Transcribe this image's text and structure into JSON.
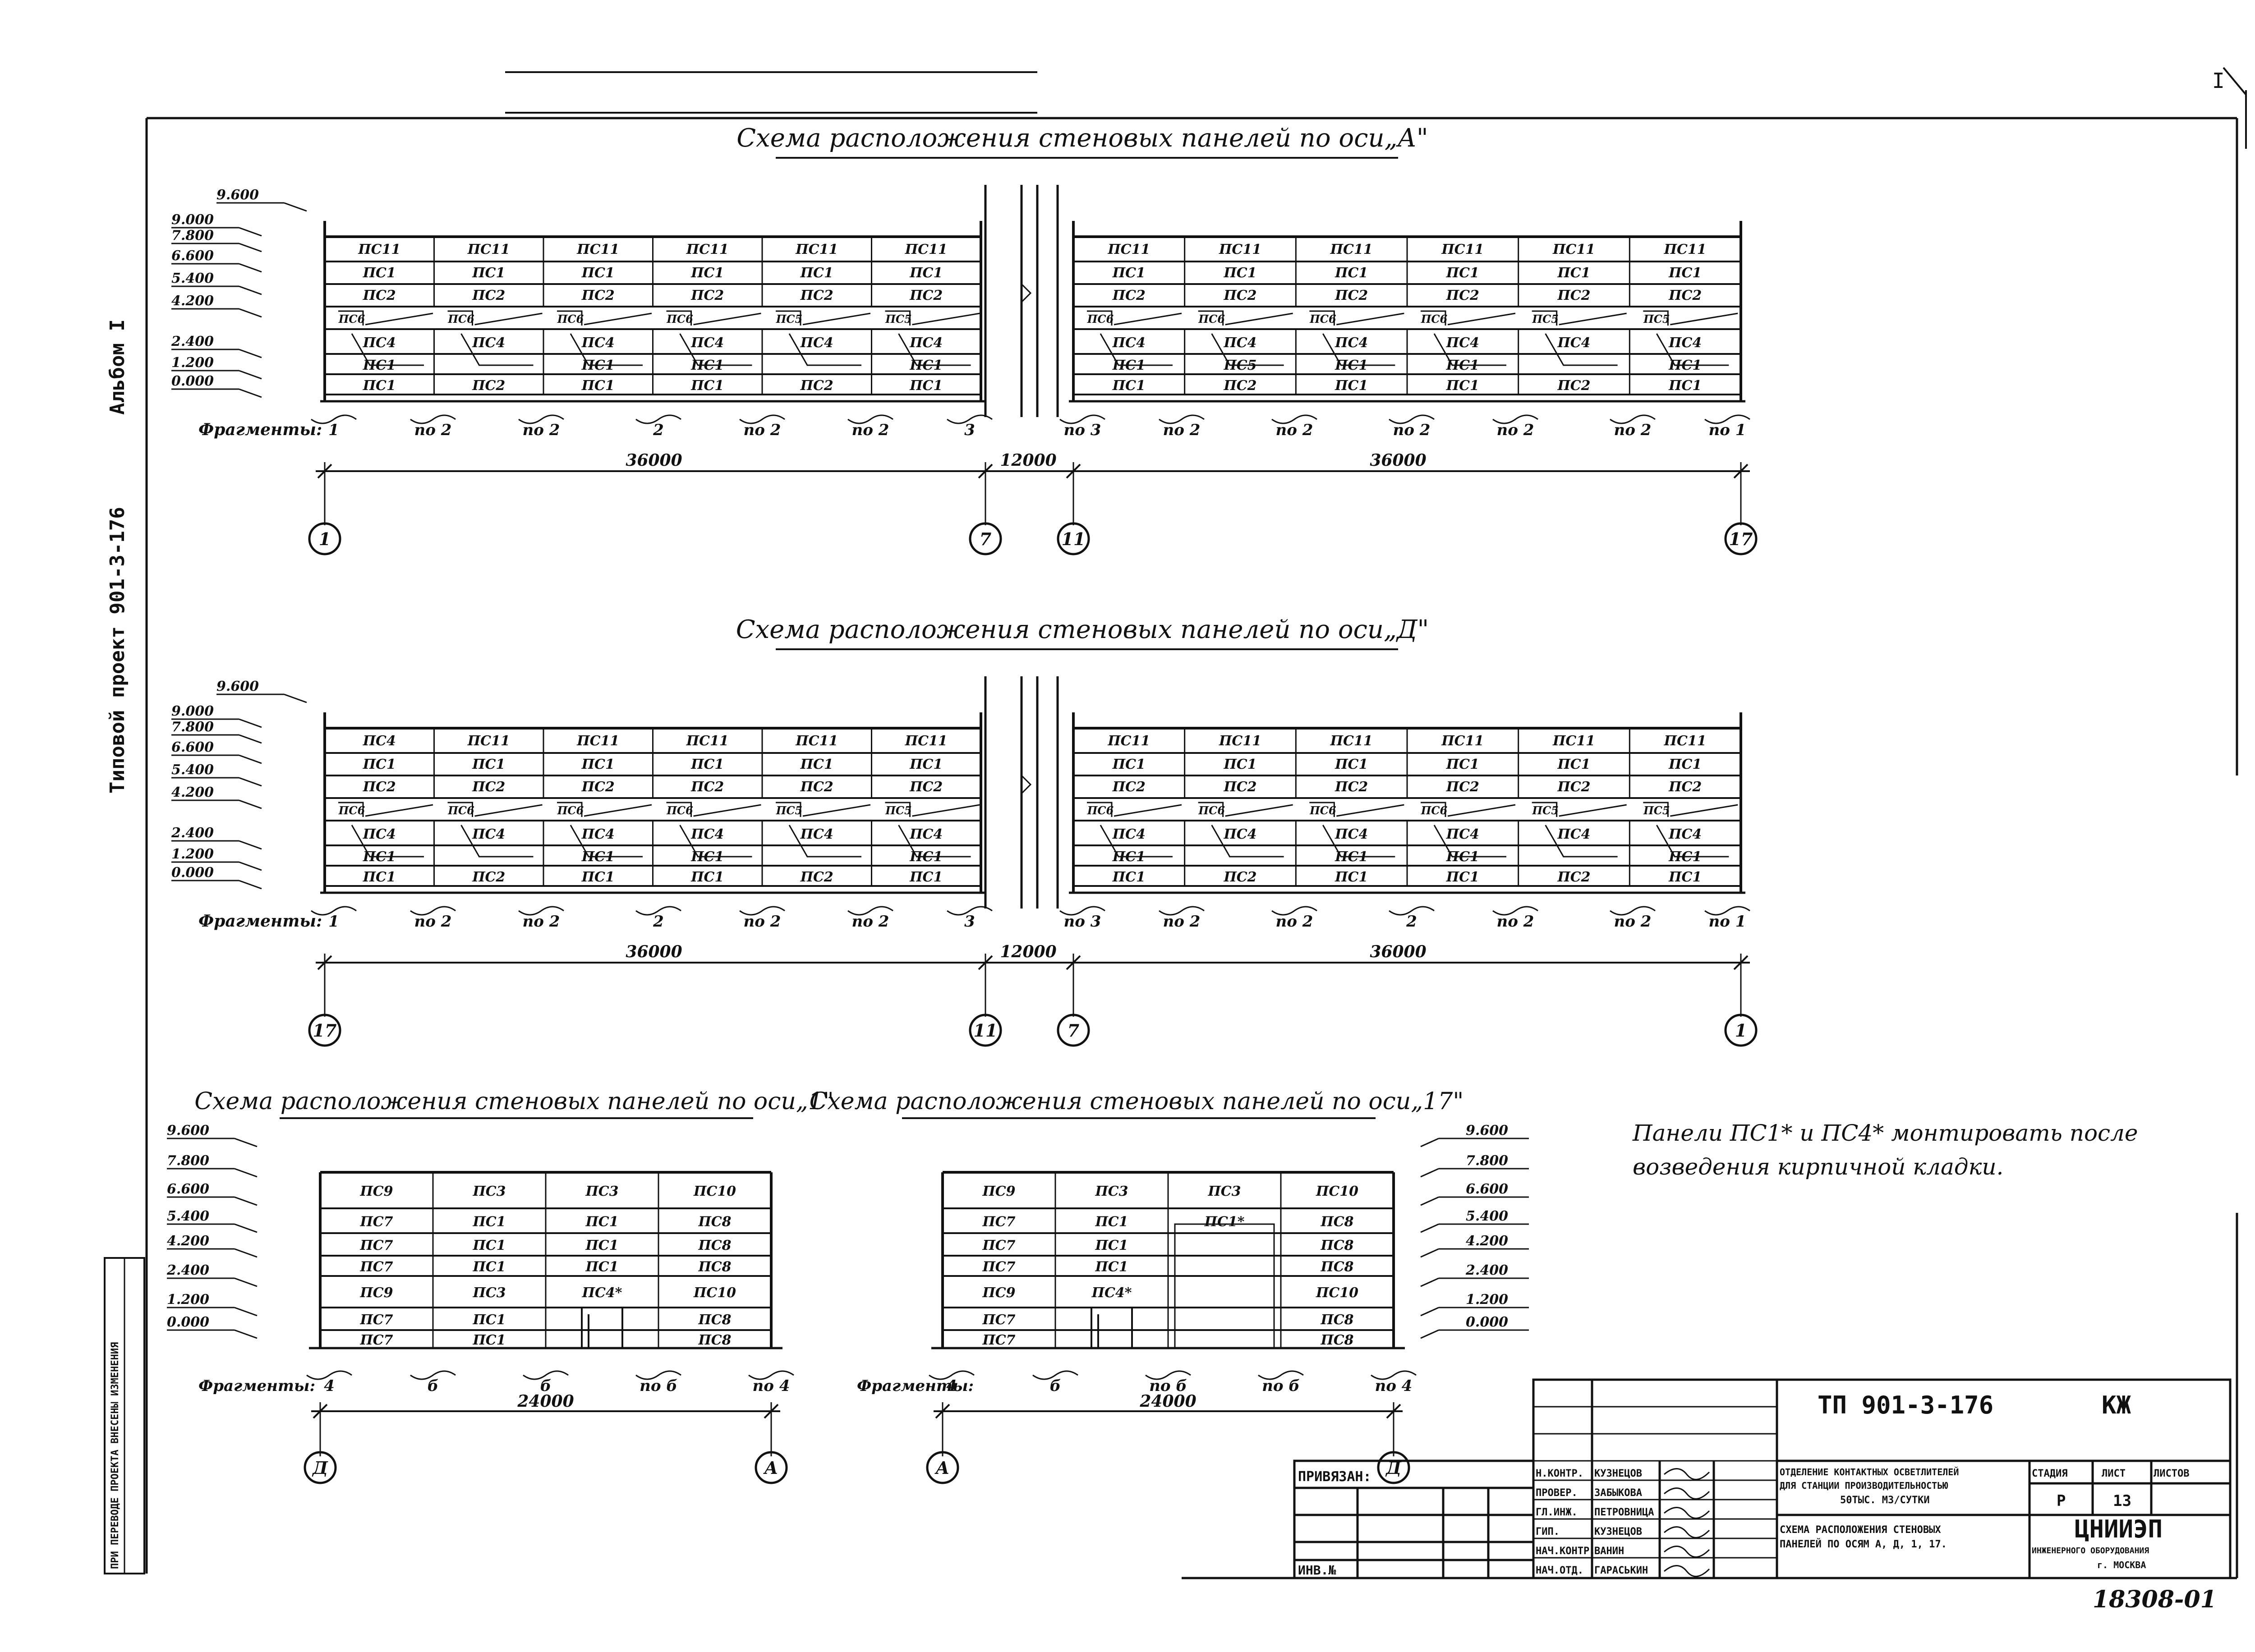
{
  "side": {
    "album": "Альбом I",
    "project": "Типовой проект 901-3-176",
    "stamp": "ПРИ ПЕРЕВОДЕ ПРОЕКТА ВНЕСЕНЫ ИЗМЕНЕНИЯ"
  },
  "corner_mark": "I",
  "schemes": [
    {
      "title": "Схема расположения стеновых панелей по оси„А\"",
      "levels": [
        "9.600",
        "9.000",
        "7.800",
        "6.600",
        "5.400",
        "4.200",
        "2.400",
        "1.200",
        "0.000"
      ],
      "left": {
        "rows": [
          [
            "ПС11",
            "ПС11",
            "ПС11",
            "ПС11",
            "ПС11",
            "ПС11"
          ],
          [
            "ПС1",
            "ПС1",
            "ПС1",
            "ПС1",
            "ПС1",
            "ПС1"
          ],
          [
            "ПС2",
            "ПС2",
            "ПС2",
            "ПС2",
            "ПС2",
            "ПС2"
          ],
          [
            "ПС4",
            "ПС4",
            "ПС4",
            "ПС4",
            "ПС4",
            "ПС4"
          ],
          [
            "ПС1",
            "",
            "ПС1",
            "ПС1",
            "",
            "ПС1"
          ],
          [
            "ПС1",
            "ПС2",
            "ПС1",
            "ПС1",
            "ПС2",
            "ПС1"
          ]
        ],
        "tags": [
          "ПС6",
          "ПС6",
          "ПС6",
          "ПС6",
          "ПС5",
          "ПС5"
        ]
      },
      "right": {
        "rows": [
          [
            "ПС11",
            "ПС11",
            "ПС11",
            "ПС11",
            "ПС11",
            "ПС11"
          ],
          [
            "ПС1",
            "ПС1",
            "ПС1",
            "ПС1",
            "ПС1",
            "ПС1"
          ],
          [
            "ПС2",
            "ПС2",
            "ПС2",
            "ПС2",
            "ПС2",
            "ПС2"
          ],
          [
            "ПС4",
            "ПС4",
            "ПС4",
            "ПС4",
            "ПС4",
            "ПС4"
          ],
          [
            "ПС1",
            "ПС5",
            "ПС1",
            "ПС1",
            "",
            "ПС1"
          ],
          [
            "ПС1",
            "ПС2",
            "ПС1",
            "ПС1",
            "ПС2",
            "ПС1"
          ]
        ],
        "tags": [
          "ПС6",
          "ПС6",
          "ПС6",
          "ПС6",
          "ПС5",
          "ПС5"
        ]
      },
      "fragments_label": "Фрагменты:",
      "fragments_left": [
        "1",
        "по 2",
        "по 2",
        "2",
        "по 2",
        "по 2",
        "3"
      ],
      "fragments_right": [
        "по 3",
        "по 2",
        "по 2",
        "по 2",
        "по 2",
        "по 2",
        "по 1"
      ],
      "dims": [
        "36000",
        "12000",
        "36000"
      ],
      "axes": [
        "1",
        "7",
        "11",
        "17"
      ]
    },
    {
      "title": "Схема расположения стеновых панелей по оси„Д\"",
      "levels": [
        "9.600",
        "9.000",
        "7.800",
        "6.600",
        "5.400",
        "4.200",
        "2.400",
        "1.200",
        "0.000"
      ],
      "left": {
        "rows": [
          [
            "ПС4",
            "ПС11",
            "ПС11",
            "ПС11",
            "ПС11",
            "ПС11"
          ],
          [
            "ПС1",
            "ПС1",
            "ПС1",
            "ПС1",
            "ПС1",
            "ПС1"
          ],
          [
            "ПС2",
            "ПС2",
            "ПС2",
            "ПС2",
            "ПС2",
            "ПС2"
          ],
          [
            "ПС4",
            "ПС4",
            "ПС4",
            "ПС4",
            "ПС4",
            "ПС4"
          ],
          [
            "ПС1",
            "",
            "ПС1",
            "ПС1",
            "",
            "ПС1"
          ],
          [
            "ПС1",
            "ПС2",
            "ПС1",
            "ПС1",
            "ПС2",
            "ПС1"
          ]
        ],
        "tags": [
          "ПС6",
          "ПС6",
          "ПС6",
          "ПС6",
          "ПС5",
          "ПС5"
        ]
      },
      "right": {
        "rows": [
          [
            "ПС11",
            "ПС11",
            "ПС11",
            "ПС11",
            "ПС11",
            "ПС11"
          ],
          [
            "ПС1",
            "ПС1",
            "ПС1",
            "ПС1",
            "ПС1",
            "ПС1"
          ],
          [
            "ПС2",
            "ПС2",
            "ПС2",
            "ПС2",
            "ПС2",
            "ПС2"
          ],
          [
            "ПС4",
            "ПС4",
            "ПС4",
            "ПС4",
            "ПС4",
            "ПС4"
          ],
          [
            "ПС1",
            "",
            "ПС1",
            "ПС1",
            "",
            "ПС1"
          ],
          [
            "ПС1",
            "ПС2",
            "ПС1",
            "ПС1",
            "ПС2",
            "ПС1"
          ]
        ],
        "tags": [
          "ПС6",
          "ПС6",
          "ПС6",
          "ПС6",
          "ПС5",
          "ПС5"
        ]
      },
      "fragments_label": "Фрагменты:",
      "fragments_left": [
        "1",
        "по 2",
        "по 2",
        "2",
        "по 2",
        "по 2",
        "3"
      ],
      "fragments_right": [
        "по 3",
        "по 2",
        "по 2",
        "2",
        "по 2",
        "по 2",
        "по 1"
      ],
      "dims": [
        "36000",
        "12000",
        "36000"
      ],
      "axes": [
        "17",
        "11",
        "7",
        "1"
      ]
    }
  ],
  "end_schemes": [
    {
      "title": "Схема расположения стеновых панелей по оси„1\"",
      "levels": [
        "9.600",
        "7.800",
        "6.600",
        "5.400",
        "4.200",
        "2.400",
        "1.200",
        "0.000"
      ],
      "rows": [
        [
          "ПС9",
          "ПС3",
          "ПС3",
          "ПС10"
        ],
        [
          "ПС7",
          "ПС1",
          "ПС1",
          "ПС8"
        ],
        [
          "ПС7",
          "ПС1",
          "ПС1",
          "ПС8"
        ],
        [
          "ПС7",
          "ПС1",
          "ПС1",
          "ПС8"
        ],
        [
          "ПС9",
          "ПС3",
          "ПС4*",
          "ПС10"
        ],
        [
          "ПС7",
          "ПС1",
          "",
          "ПС8"
        ],
        [
          "ПС7",
          "ПС1",
          "",
          "ПС8"
        ]
      ],
      "fragments_label": "Фрагменты:",
      "fragments": [
        "4",
        "б",
        "б",
        "по б",
        "по 4"
      ],
      "dim": "24000",
      "axes": [
        "Д",
        "А"
      ]
    },
    {
      "title": "Схема расположения стеновых панелей по оси„17\"",
      "levels": [
        "9.600",
        "7.800",
        "6.600",
        "5.400",
        "4.200",
        "2.400",
        "1.200",
        "0.000"
      ],
      "rows": [
        [
          "ПС9",
          "ПС3",
          "ПС3",
          "ПС10"
        ],
        [
          "ПС7",
          "ПС1",
          "ПС1*",
          "ПС8"
        ],
        [
          "ПС7",
          "ПС1",
          "",
          "ПС8"
        ],
        [
          "ПС7",
          "ПС1",
          "",
          "ПС8"
        ],
        [
          "ПС9",
          "ПС4*",
          "",
          "ПС10"
        ],
        [
          "ПС7",
          "",
          "",
          "ПС8"
        ],
        [
          "ПС7",
          "",
          "",
          "ПС8"
        ]
      ],
      "fragments_label": "Фрагменты:",
      "fragments": [
        "4",
        "б",
        "по б",
        "по б",
        "по 4"
      ],
      "dim": "24000",
      "axes": [
        "А",
        "Д"
      ]
    }
  ],
  "note": {
    "line1": "Панели ПС1* и ПС4* монтировать после",
    "line2": "возведения кирпичной кладки."
  },
  "title_block": {
    "code": "ТП 901-3-176",
    "mark": "КЖ",
    "priv": "ПРИВЯЗАН:",
    "inv": "ИНВ.№",
    "roles": [
      "Н.КОНТР.",
      "ПРОВЕР.",
      "ГЛ.ИНЖ.",
      "ГИП.",
      "НАЧ.КОНТР.",
      "НАЧ.ОТД."
    ],
    "names": [
      "КУЗНЕЦОВ",
      "ЗАБЫКОВА",
      "ПЕТРОВНИЦА",
      "КУЗНЕЦОВ",
      "ВАНИН",
      "ГАРАСЬКИН"
    ],
    "desc1_l1": "ОТДЕЛЕНИЕ КОНТАКТНЫХ ОСВЕТЛИТЕЛЕЙ",
    "desc1_l2": "ДЛЯ СТАНЦИИ ПРОИЗВОДИТЕЛЬНОСТЬЮ",
    "desc1_l3": "50ТЫС. М3/СУТКИ",
    "stage_h": "СТАДИЯ",
    "sheet_h": "ЛИСТ",
    "sheets_h": "ЛИСТОВ",
    "stage": "Р",
    "sheet": "13",
    "desc2_l1": "СХЕМА РАСПОЛОЖЕНИЯ СТЕНОВЫХ",
    "desc2_l2": "ПАНЕЛЕЙ ПО ОСЯМ А, Д, 1, 17.",
    "org": "ЦНИИЭП",
    "org_l2": "ИНЖЕНЕРНОГО ОБОРУДОВАНИЯ",
    "org_city": "г. МОСКВА",
    "doc_no": "18308-01"
  }
}
